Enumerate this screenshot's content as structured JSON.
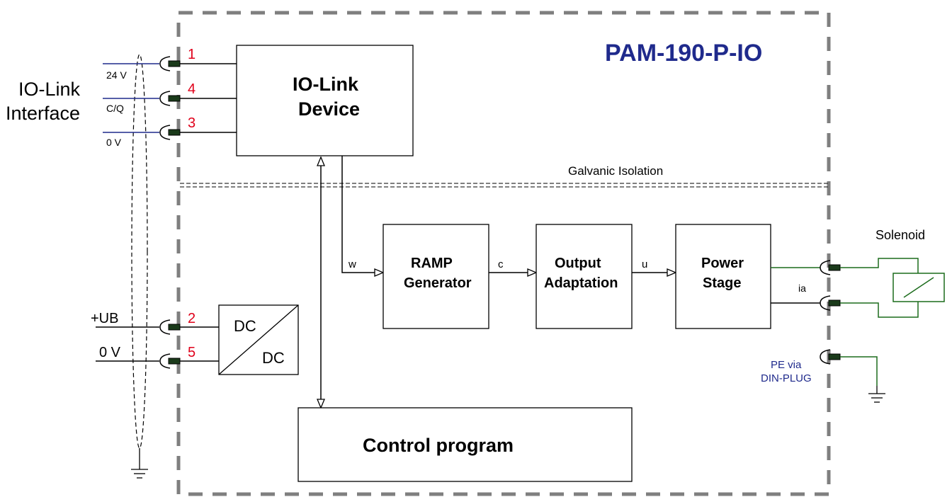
{
  "title": "PAM-190-P-IO",
  "interface_label": [
    "IO-Link",
    "Interface"
  ],
  "io_link_lines": [
    {
      "pin": "1",
      "label": "24 V"
    },
    {
      "pin": "4",
      "label": "C/Q"
    },
    {
      "pin": "3",
      "label": "0 V"
    }
  ],
  "power_lines": [
    {
      "pin": "2",
      "label": "+UB"
    },
    {
      "pin": "5",
      "label": "0 V"
    }
  ],
  "blocks": {
    "io_link_device": [
      "IO-Link",
      "Device"
    ],
    "ramp_generator": [
      "RAMP",
      "Generator"
    ],
    "output_adaptation": [
      "Output",
      "Adaptation"
    ],
    "power_stage": [
      "Power",
      "Stage"
    ],
    "control_program": "Control program",
    "dc_dc": [
      "DC",
      "DC"
    ]
  },
  "signals": {
    "w": "w",
    "c": "c",
    "u": "u",
    "ia": "ia"
  },
  "galvanic_isolation": "Galvanic Isolation",
  "solenoid": "Solenoid",
  "pe": [
    "PE via",
    "DIN-PLUG"
  ],
  "colors": {
    "title": "#1f2a8c",
    "pin": "#e0001a",
    "wire_blue": "#1f2a8c",
    "wire_green": "#1b6b1b",
    "dashed_border": "#7f7f7f"
  }
}
